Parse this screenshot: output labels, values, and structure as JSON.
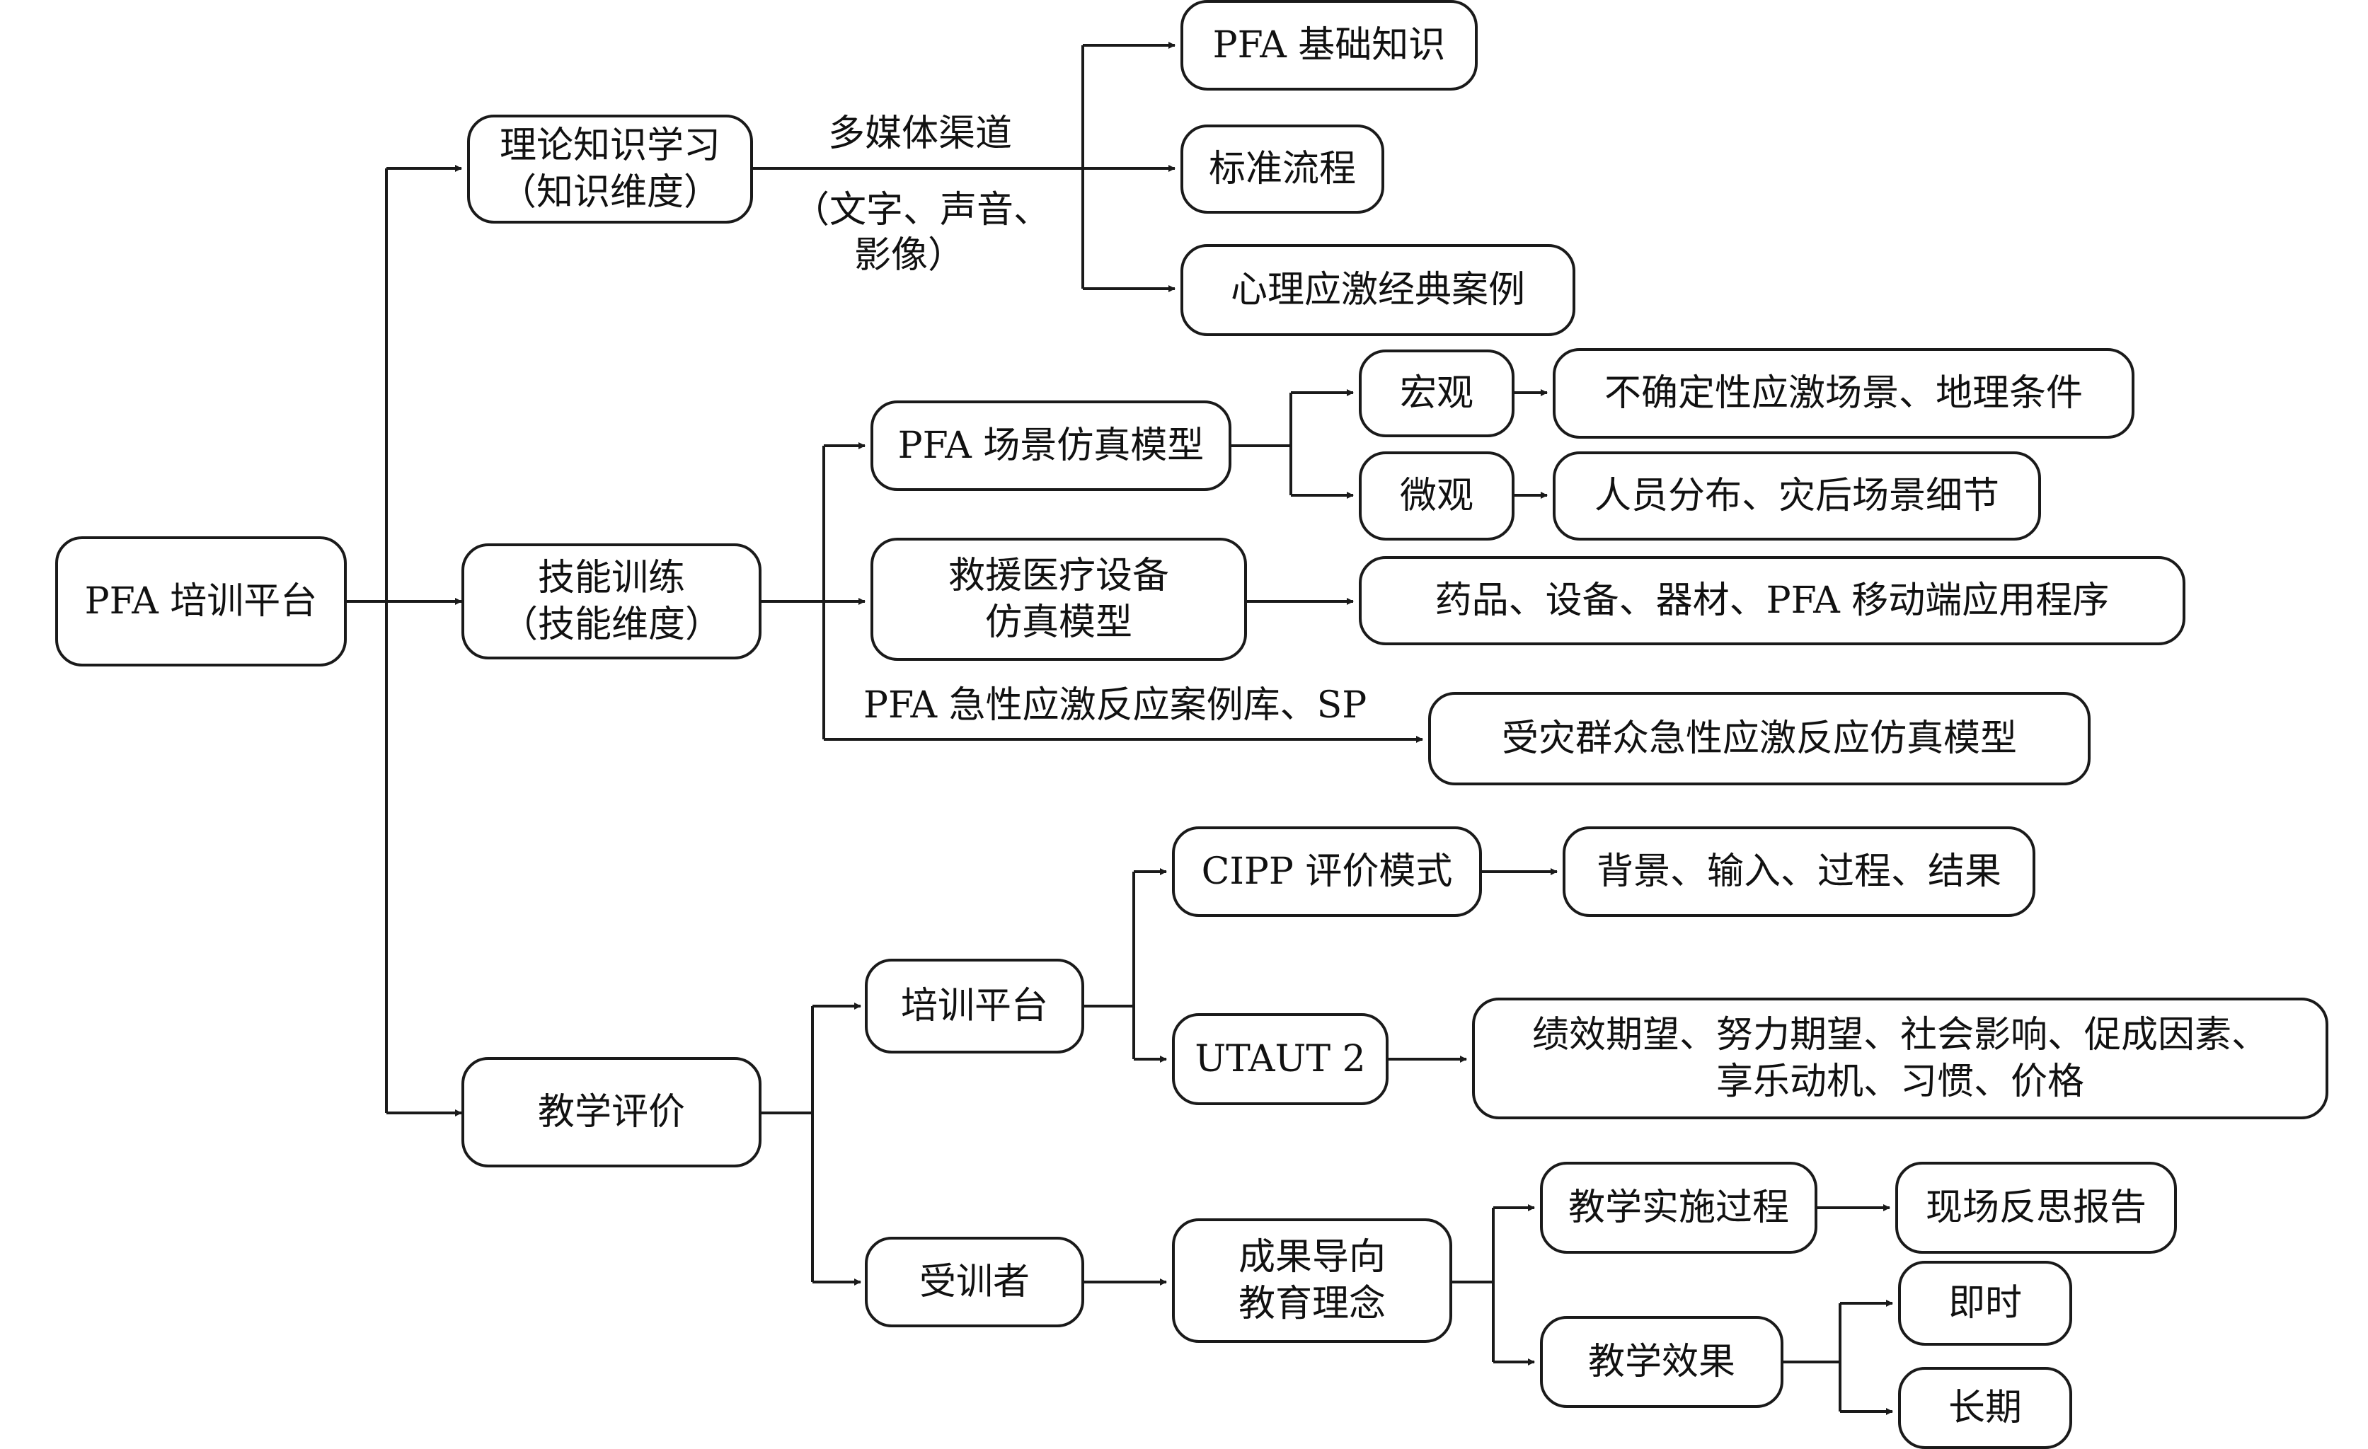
{
  "root": "PFA 培训平台",
  "theory": {
    "title": "理论知识学习",
    "sub": "（知识维度）"
  },
  "skill": {
    "title": "技能训练",
    "sub": "（技能维度）"
  },
  "eval": "教学评价",
  "media": {
    "channel": "多媒体渠道",
    "detail1": "（文字、声音、",
    "detail2": "影像）"
  },
  "theory_items": [
    "PFA 基础知识",
    "标准流程",
    "心理应激经典案例"
  ],
  "scene_model": "PFA 场景仿真模型",
  "macro": "宏观",
  "macro_detail": "不确定性应激场景、地理条件",
  "micro": "微观",
  "micro_detail": "人员分布、灾后场景细节",
  "equip": {
    "line1": "救援医疗设备",
    "line2": "仿真模型"
  },
  "equip_detail": "药品、设备、器材、PFA 移动端应用程序",
  "case_lib": "PFA 急性应激反应案例库、SP",
  "victim_model": "受灾群众急性应激反应仿真模型",
  "platform": "培训平台",
  "cipp": "CIPP 评价模式",
  "cipp_detail": "背景、输入、过程、结果",
  "utaut": "UTAUT 2",
  "utaut_detail": {
    "line1": "绩效期望、努力期望、社会影响、促成因素、",
    "line2": "享乐动机、习惯、价格"
  },
  "trainee": "受训者",
  "obe": {
    "line1": "成果导向",
    "line2": "教育理念"
  },
  "process": "教学实施过程",
  "reflect": "现场反思报告",
  "effect": "教学效果",
  "immediate": "即时",
  "long_term": "长期"
}
